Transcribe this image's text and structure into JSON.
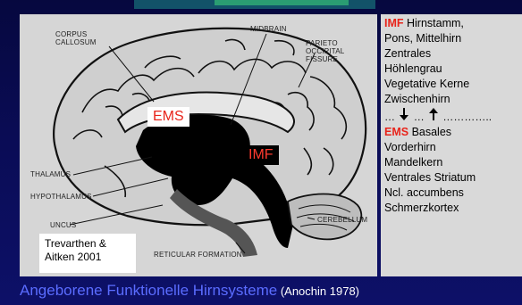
{
  "diagram": {
    "labels": {
      "corpus_callosum": "CORPUS CALLOSUM",
      "midbrain": "MIDBRAIN",
      "parieto_occipital": "PARIETO OCCIPITAL FISSURE",
      "thalamus": "THALAMUS",
      "hypothalamus": "HYPOTHALAMUS",
      "uncus": "UNCUS",
      "cerebellum": "CEREBELLUM",
      "reticular_formation": "RETICULAR FORMATION"
    },
    "tags": {
      "ems": "EMS",
      "imf": "IMF"
    },
    "citation_line1": "Trevarthen &",
    "citation_line2": "Aitken 2001"
  },
  "right_column": {
    "imf_label": "IMF",
    "imf_rest": " Hirnstamm,",
    "lines_imf": [
      "Pons, Mittelhirn",
      "Zentrales",
      "Höhlengrau",
      "Vegetative Kerne",
      "Zwischenhirn"
    ],
    "dots_left": "…",
    "dots_mid": "…",
    "dots_right": "…………..",
    "ems_label": "EMS",
    "ems_rest": " Basales",
    "lines_ems": [
      "Vorderhirn",
      "Mandelkern",
      "Ventrales Striatum",
      "Ncl. accumbens",
      "Schmerzkortex"
    ]
  },
  "footer": {
    "title": "Angeborene Funktionelle Hirnsysteme",
    "cite": " (Anochin 1978)"
  }
}
